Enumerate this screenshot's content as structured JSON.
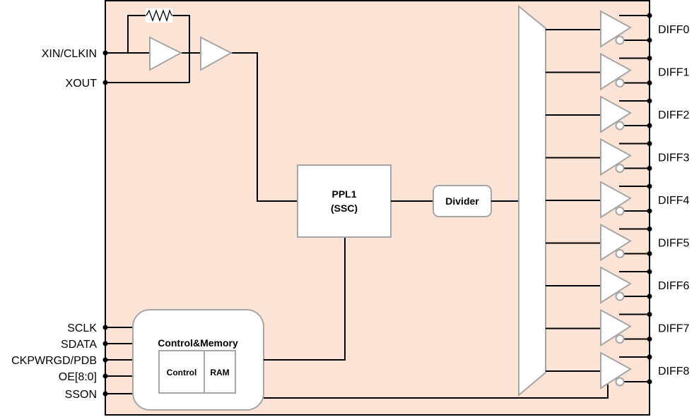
{
  "colors": {
    "chip_fill": "#fbe3d5",
    "block_fill": "#ffffff",
    "block_stroke": "#a6a6a6",
    "wire": "#000000"
  },
  "inputs": {
    "xin": "XIN/CLKIN",
    "xout": "XOUT",
    "sclk": "SCLK",
    "sdata": "SDATA",
    "ckpwrgd": "CKPWRGD/PDB",
    "oe": "OE[8:0]",
    "sson": "SSON"
  },
  "blocks": {
    "pll_line1": "PPL1",
    "pll_line2": "(SSC)",
    "divider": "Divider",
    "control_memory": "Control&Memory",
    "control": "Control",
    "ram": "RAM"
  },
  "outputs": [
    "DIFF0",
    "DIFF1",
    "DIFF2",
    "DIFF3",
    "DIFF4",
    "DIFF5",
    "DIFF6",
    "DIFF7",
    "DIFF8"
  ],
  "icons": {
    "buffer": "buffer-triangle-icon",
    "resistor": "resistor-zigzag-icon",
    "mux": "mux-trapezoid-icon",
    "diff_driver": "differential-buffer-icon"
  }
}
